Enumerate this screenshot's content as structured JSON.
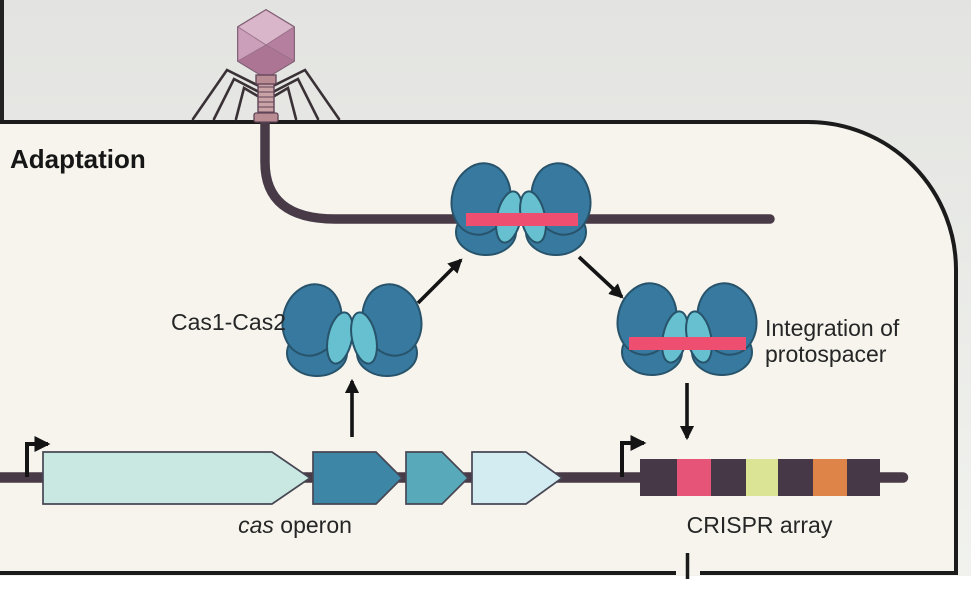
{
  "panel": {
    "title": "Adaptation"
  },
  "background": {
    "outside_top": "#e3e4e1",
    "outside": "#eef0ec",
    "inside": "#f6f4ed",
    "membrane": "#1b1b1b"
  },
  "phage": {
    "icon": "bacteriophage-icon",
    "head_color": "#c795b1",
    "head_light": "#d9b6ca",
    "head_mid": "#cb9fba",
    "head_dark": "#ab7593",
    "tail_color": "#c9a3a6",
    "leg_color": "#3a3136"
  },
  "dna": {
    "color": "#483a47",
    "protospacer_color": "#ee4e70"
  },
  "cas1_cas2": {
    "label": "Cas1-Cas2",
    "lobe_color": "#38799f",
    "core_color": "#66c0cf"
  },
  "integration": {
    "label_line1": "Integration of",
    "label_line2": "protospacer"
  },
  "cas_operon": {
    "label_italic": "cas",
    "label_rest": " operon",
    "gene_colors": [
      "#c9e8e2",
      "#3e86a6",
      "#58aaba",
      "#d3ecf2"
    ]
  },
  "crispr_array": {
    "label": "CRISPR array",
    "backbone_color": "#473848",
    "spacer_colors": [
      "#e65577",
      "#dbe494",
      "#df8449"
    ]
  }
}
